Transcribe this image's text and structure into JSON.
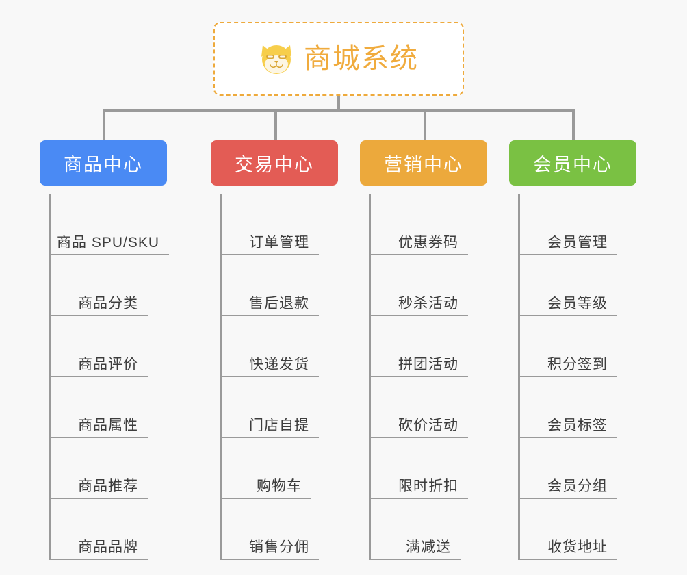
{
  "background_color": "#f8f8f8",
  "root": {
    "icon": "shiba-dog-face-icon",
    "title": "商城系统",
    "text_color": "#f0ab3d",
    "border_color": "#eeaa3c",
    "background_color": "#ffffff"
  },
  "connector_color": "#9a9a9a",
  "columns": [
    {
      "header": "商品中心",
      "color": "#4a8af4",
      "items": [
        "商品 SPU/SKU",
        "商品分类",
        "商品评价",
        "商品属性",
        "商品推荐",
        "商品品牌"
      ]
    },
    {
      "header": "交易中心",
      "color": "#e35c55",
      "items": [
        "订单管理",
        "售后退款",
        "快递发货",
        "门店自提",
        "购物车",
        "销售分佣"
      ]
    },
    {
      "header": "营销中心",
      "color": "#eca93c",
      "items": [
        "优惠券码",
        "秒杀活动",
        "拼团活动",
        "砍价活动",
        "限时折扣",
        "满减送"
      ]
    },
    {
      "header": "会员中心",
      "color": "#7ac143",
      "items": [
        "会员管理",
        "会员等级",
        "积分签到",
        "会员标签",
        "会员分组",
        "收货地址"
      ]
    }
  ]
}
